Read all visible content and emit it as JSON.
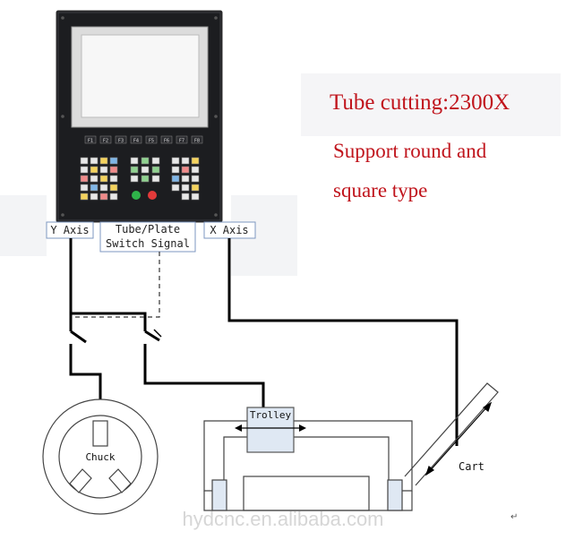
{
  "headline": {
    "title": "Tube cutting:2300X",
    "line2": "Support round and",
    "line3": "square type"
  },
  "labels": {
    "y_axis": "Y Axis",
    "switch_line1": "Tube/Plate",
    "switch_line2": "Switch Signal",
    "x_axis": "X Axis",
    "trolley": "Trolley",
    "chuck": "Chuck",
    "cart": "Cart"
  },
  "controller": {
    "function_keys": [
      "F1",
      "F2",
      "F3",
      "F4",
      "F5",
      "F6",
      "F7",
      "F8"
    ]
  },
  "watermark": "hydcnc.en.alibaba.com",
  "colors": {
    "headline": "#c0141c",
    "accent_band": "#f3f4f6"
  }
}
